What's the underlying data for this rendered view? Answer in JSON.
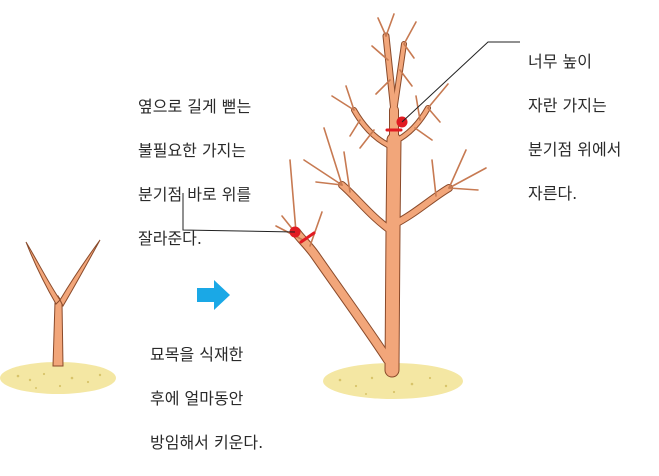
{
  "captions": {
    "prune_low_branch": [
      "옆으로 길게 뻗는",
      "불필요한 가지는",
      "분기점 바로 위를",
      "잘라준다."
    ],
    "prune_tall_branch": [
      "너무 높이",
      "자란 가지는",
      "분기점 위에서",
      "자른다."
    ],
    "after_planting": [
      "묘목을 식재한",
      "후에 얼마동안",
      "방임해서 키운다."
    ]
  },
  "colors": {
    "bark": "#f2a67a",
    "bark_stroke": "#8a4a2a",
    "soil": "#f4e7a3",
    "soil_dots": "#d8c46a",
    "cut_mark": "#e11b22",
    "arrow": "#1aa8e6",
    "leader_line": "#222222"
  },
  "icons": {
    "arrow": "arrow-right-icon",
    "cut_point": "cut-point-icon"
  }
}
